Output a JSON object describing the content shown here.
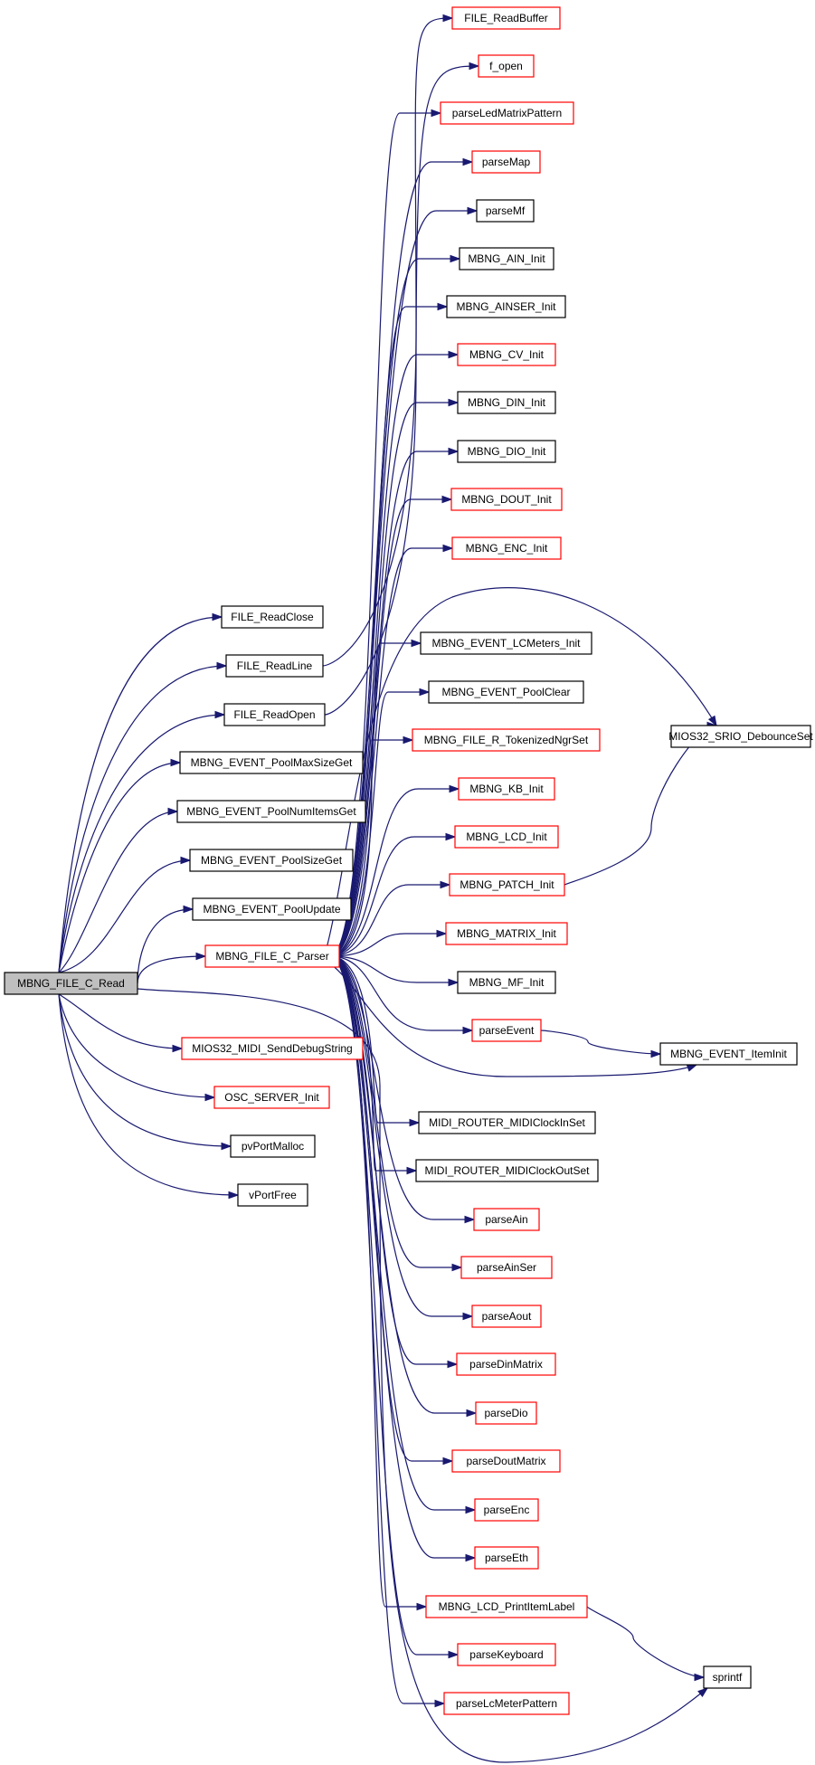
{
  "colors": {
    "edge": "#191970",
    "border_normal": "#000000",
    "border_truncated": "#ff0000",
    "root_fill": "#bfbfbf",
    "background": "#ffffff"
  },
  "nodes": [
    {
      "id": "read",
      "label": "MBNG_FILE_C_Read",
      "style": "root"
    },
    {
      "id": "readclose",
      "label": "FILE_ReadClose",
      "style": "black"
    },
    {
      "id": "readline",
      "label": "FILE_ReadLine",
      "style": "black"
    },
    {
      "id": "readopen",
      "label": "FILE_ReadOpen",
      "style": "black"
    },
    {
      "id": "poolmaxsize",
      "label": "MBNG_EVENT_PoolMaxSizeGet",
      "style": "black"
    },
    {
      "id": "poolnumitems",
      "label": "MBNG_EVENT_PoolNumItemsGet",
      "style": "black"
    },
    {
      "id": "poolsize",
      "label": "MBNG_EVENT_PoolSizeGet",
      "style": "black"
    },
    {
      "id": "poolupdate",
      "label": "MBNG_EVENT_PoolUpdate",
      "style": "black"
    },
    {
      "id": "parser",
      "label": "MBNG_FILE_C_Parser",
      "style": "red"
    },
    {
      "id": "debugstring",
      "label": "MIOS32_MIDI_SendDebugString",
      "style": "red"
    },
    {
      "id": "oscinit",
      "label": "OSC_SERVER_Init",
      "style": "red"
    },
    {
      "id": "pvportmalloc",
      "label": "pvPortMalloc",
      "style": "black"
    },
    {
      "id": "vportfree",
      "label": "vPortFree",
      "style": "black"
    },
    {
      "id": "readbuffer",
      "label": "FILE_ReadBuffer",
      "style": "red"
    },
    {
      "id": "fopen",
      "label": "f_open",
      "style": "red"
    },
    {
      "id": "parseledmatrix",
      "label": "parseLedMatrixPattern",
      "style": "red"
    },
    {
      "id": "parsemap",
      "label": "parseMap",
      "style": "red"
    },
    {
      "id": "parsemf",
      "label": "parseMf",
      "style": "black"
    },
    {
      "id": "aininit",
      "label": "MBNG_AIN_Init",
      "style": "black"
    },
    {
      "id": "ainserinit",
      "label": "MBNG_AINSER_Init",
      "style": "black"
    },
    {
      "id": "cvinit",
      "label": "MBNG_CV_Init",
      "style": "red"
    },
    {
      "id": "dininit",
      "label": "MBNG_DIN_Init",
      "style": "black"
    },
    {
      "id": "dioinit",
      "label": "MBNG_DIO_Init",
      "style": "black"
    },
    {
      "id": "doutinit",
      "label": "MBNG_DOUT_Init",
      "style": "red"
    },
    {
      "id": "encinit",
      "label": "MBNG_ENC_Init",
      "style": "red"
    },
    {
      "id": "lcmetersinit",
      "label": "MBNG_EVENT_LCMeters_Init",
      "style": "black"
    },
    {
      "id": "poolclear",
      "label": "MBNG_EVENT_PoolClear",
      "style": "black"
    },
    {
      "id": "tokenized",
      "label": "MBNG_FILE_R_TokenizedNgrSet",
      "style": "red"
    },
    {
      "id": "kbinit",
      "label": "MBNG_KB_Init",
      "style": "red"
    },
    {
      "id": "lcdinit",
      "label": "MBNG_LCD_Init",
      "style": "red"
    },
    {
      "id": "patchinit",
      "label": "MBNG_PATCH_Init",
      "style": "red"
    },
    {
      "id": "matrixinit",
      "label": "MBNG_MATRIX_Init",
      "style": "red"
    },
    {
      "id": "mfinit",
      "label": "MBNG_MF_Init",
      "style": "black"
    },
    {
      "id": "parseevent",
      "label": "parseEvent",
      "style": "red"
    },
    {
      "id": "clockin",
      "label": "MIDI_ROUTER_MIDIClockInSet",
      "style": "black"
    },
    {
      "id": "clockout",
      "label": "MIDI_ROUTER_MIDIClockOutSet",
      "style": "black"
    },
    {
      "id": "parseain",
      "label": "parseAin",
      "style": "red"
    },
    {
      "id": "parseainser",
      "label": "parseAinSer",
      "style": "red"
    },
    {
      "id": "parseaout",
      "label": "parseAout",
      "style": "red"
    },
    {
      "id": "parsedinmatrix",
      "label": "parseDinMatrix",
      "style": "red"
    },
    {
      "id": "parsedio",
      "label": "parseDio",
      "style": "red"
    },
    {
      "id": "parsedoutmatrix",
      "label": "parseDoutMatrix",
      "style": "red"
    },
    {
      "id": "parseenc",
      "label": "parseEnc",
      "style": "red"
    },
    {
      "id": "parseeth",
      "label": "parseEth",
      "style": "red"
    },
    {
      "id": "printitemlabel",
      "label": "MBNG_LCD_PrintItemLabel",
      "style": "red"
    },
    {
      "id": "parsekeyboard",
      "label": "parseKeyboard",
      "style": "red"
    },
    {
      "id": "parselcmeter",
      "label": "parseLcMeterPattern",
      "style": "red"
    },
    {
      "id": "debounceset",
      "label": "MIOS32_SRIO_DebounceSet",
      "style": "black"
    },
    {
      "id": "iteminit",
      "label": "MBNG_EVENT_ItemInit",
      "style": "black"
    },
    {
      "id": "sprintf",
      "label": "sprintf",
      "style": "black"
    }
  ],
  "edges": [
    [
      "read",
      "readclose"
    ],
    [
      "read",
      "readline"
    ],
    [
      "read",
      "readopen"
    ],
    [
      "read",
      "poolmaxsize"
    ],
    [
      "read",
      "poolnumitems"
    ],
    [
      "read",
      "poolsize"
    ],
    [
      "read",
      "poolupdate"
    ],
    [
      "read",
      "parser"
    ],
    [
      "read",
      "debugstring"
    ],
    [
      "read",
      "oscinit"
    ],
    [
      "read",
      "pvportmalloc"
    ],
    [
      "read",
      "vportfree"
    ],
    [
      "read",
      "sprintf"
    ],
    [
      "readline",
      "readbuffer"
    ],
    [
      "readopen",
      "fopen"
    ],
    [
      "parser",
      "parseledmatrix"
    ],
    [
      "parser",
      "parsemap"
    ],
    [
      "parser",
      "parsemf"
    ],
    [
      "parser",
      "aininit"
    ],
    [
      "parser",
      "ainserinit"
    ],
    [
      "parser",
      "cvinit"
    ],
    [
      "parser",
      "dininit"
    ],
    [
      "parser",
      "dioinit"
    ],
    [
      "parser",
      "doutinit"
    ],
    [
      "parser",
      "encinit"
    ],
    [
      "parser",
      "debounceset"
    ],
    [
      "parser",
      "lcmetersinit"
    ],
    [
      "parser",
      "poolclear"
    ],
    [
      "parser",
      "tokenized"
    ],
    [
      "parser",
      "kbinit"
    ],
    [
      "parser",
      "lcdinit"
    ],
    [
      "parser",
      "patchinit"
    ],
    [
      "parser",
      "matrixinit"
    ],
    [
      "parser",
      "mfinit"
    ],
    [
      "parser",
      "parseevent"
    ],
    [
      "parser",
      "iteminit"
    ],
    [
      "parser",
      "clockin"
    ],
    [
      "parser",
      "clockout"
    ],
    [
      "parser",
      "parseain"
    ],
    [
      "parser",
      "parseainser"
    ],
    [
      "parser",
      "parseaout"
    ],
    [
      "parser",
      "parsedinmatrix"
    ],
    [
      "parser",
      "parsedio"
    ],
    [
      "parser",
      "parsedoutmatrix"
    ],
    [
      "parser",
      "parseenc"
    ],
    [
      "parser",
      "parseeth"
    ],
    [
      "parser",
      "printitemlabel"
    ],
    [
      "parser",
      "parsekeyboard"
    ],
    [
      "parser",
      "parselcmeter"
    ],
    [
      "patchinit",
      "debounceset"
    ],
    [
      "parseevent",
      "iteminit"
    ],
    [
      "printitemlabel",
      "sprintf"
    ]
  ]
}
